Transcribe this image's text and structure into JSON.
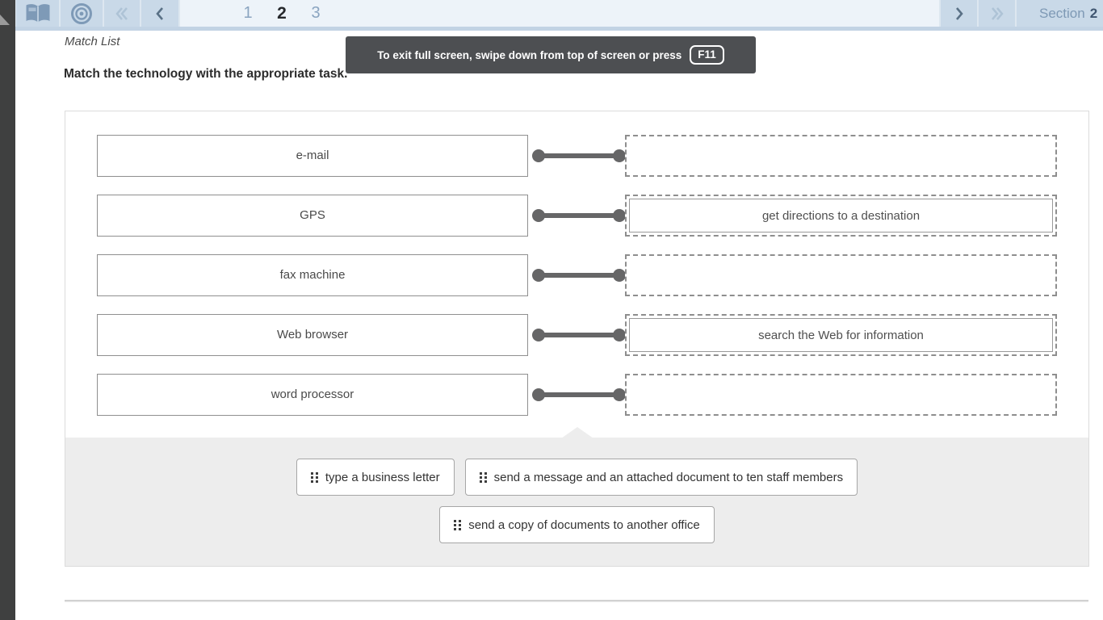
{
  "toolbar": {
    "pages": [
      "1",
      "2",
      "3"
    ],
    "active_page": "2",
    "section": {
      "label": "Section",
      "number": "2"
    },
    "icons": {
      "reference": "open-book",
      "review": "bullseye-target",
      "first_page": "double-chevron-left",
      "prev_page": "chevron-left",
      "next_page": "chevron-right",
      "last_page": "double-chevron-right"
    }
  },
  "fullscreen_toast": {
    "message": "To exit full screen, swipe down from top of screen or press",
    "key": "F11"
  },
  "question": {
    "type_label": "Match List",
    "prompt": "Match the technology with the appropriate task."
  },
  "match": {
    "rows": [
      {
        "left": "e-mail",
        "answer": ""
      },
      {
        "left": "GPS",
        "answer": "get directions to a destination"
      },
      {
        "left": "fax machine",
        "answer": ""
      },
      {
        "left": "Web browser",
        "answer": "search the Web for information"
      },
      {
        "left": "word processor",
        "answer": ""
      }
    ]
  },
  "tray": {
    "options": [
      "type a business letter",
      "send a message and an attached document to ten staff members",
      "send a copy of documents to another office"
    ]
  },
  "colors": {
    "toolbar_tile_bg": "#c9d9e8",
    "toolbar_pages_bg": "#edf3f9",
    "toolbar_icon": "#7d99b6",
    "toast_bg": "#4d4f52",
    "tray_bg": "#ededed",
    "connector": "#666667",
    "left_box_border": "#8f8f8f",
    "dashed_border": "#8e8e8e",
    "sidebar_bg": "#3f4040"
  }
}
